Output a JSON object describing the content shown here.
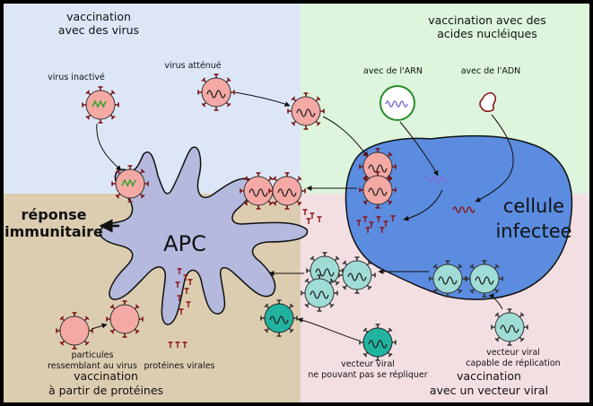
{
  "quadrants": {
    "virus": {
      "title_line1": "vaccination",
      "title_line2": "avec des virus",
      "color": "#dde6f7"
    },
    "nucleic": {
      "title_line1": "vaccination avec des",
      "title_line2": "acides nucléiques",
      "color": "#ddf5dc"
    },
    "protein": {
      "title_line1": "vaccination",
      "title_line2": "à partir de protéines",
      "color": "#dccdb1"
    },
    "vector": {
      "title_line1": "vaccination",
      "title_line2": "avec un vecteur viral",
      "color": "#f3dfe2"
    }
  },
  "labels": {
    "inactivated_virus": "virus inactivé",
    "attenuated_virus": "virus atténué",
    "rna": "avec de l'ARN",
    "dna": "avec de l'ADN",
    "response_line1": "réponse",
    "response_line2": "immunitaire",
    "apc": "APC",
    "infected_cell_line1": "cellule",
    "infected_cell_line2": "infectee",
    "vlp_line1": "particules",
    "vlp_line2": "ressemblant au virus",
    "viral_proteins": "protéines virales",
    "nonrep_vector_line1": "vecteur viral",
    "nonrep_vector_line2": "ne pouvant pas se répliquer",
    "rep_vector_line1": "vecteur viral",
    "rep_vector_line2": "capable de réplication"
  },
  "colors": {
    "apc": "#b5b9de",
    "infected_cell": "#5b8ce0",
    "virus_fill": "#f4a9a4",
    "vector_fill": "#9fdcd5",
    "nonrep_fill": "#22b3a0",
    "spike": "#7a1010",
    "rna_wave": "#7b6cd6",
    "dna_wave": "#8b1a1a",
    "green_wave": "#2aa52a"
  }
}
